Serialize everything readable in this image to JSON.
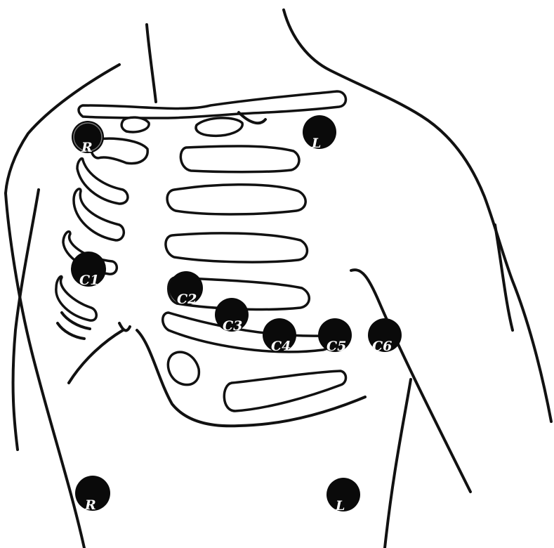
{
  "electrodes": {
    "ra": {
      "label": "R"
    },
    "la": {
      "label": "L"
    },
    "v1": {
      "label": "C1"
    },
    "v2": {
      "label": "C2"
    },
    "v3": {
      "label": "C3"
    },
    "v4": {
      "label": "C4"
    },
    "v5": {
      "label": "C5"
    },
    "v6": {
      "label": "C6"
    },
    "rl": {
      "label": "R"
    },
    "ll": {
      "label": "L"
    }
  },
  "colors": {
    "line": "#111111",
    "electrode": "#0a0a0a",
    "electrode_text": "#ffffff",
    "background": "#ffffff"
  }
}
